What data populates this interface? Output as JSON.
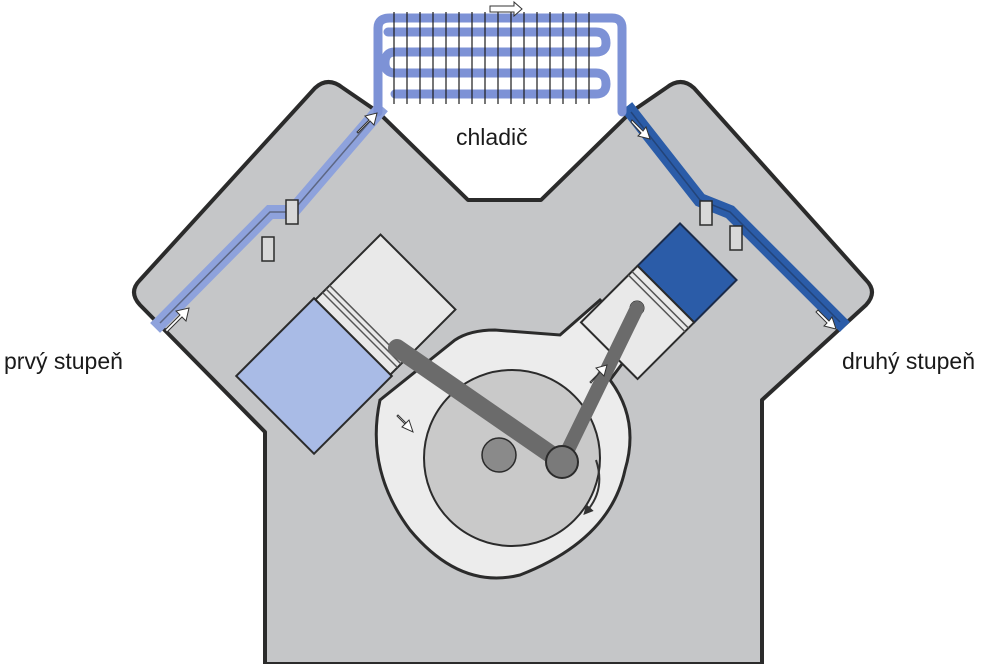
{
  "labels": {
    "cooler": "chladič",
    "first_stage": "prvý stupeň",
    "second_stage": "druhý stupeň"
  },
  "colors": {
    "housing": "#c5c6c8",
    "outline": "#2b2b2b",
    "low_pressure": "#8ea2dc",
    "high_pressure": "#2b5ca8",
    "cooler_pipe": "#7d92d6",
    "crank_disc": "#ececec",
    "crank_inner": "#c9c9c9",
    "rod": "#6b6b6b",
    "piston": "#e9e9e9"
  }
}
